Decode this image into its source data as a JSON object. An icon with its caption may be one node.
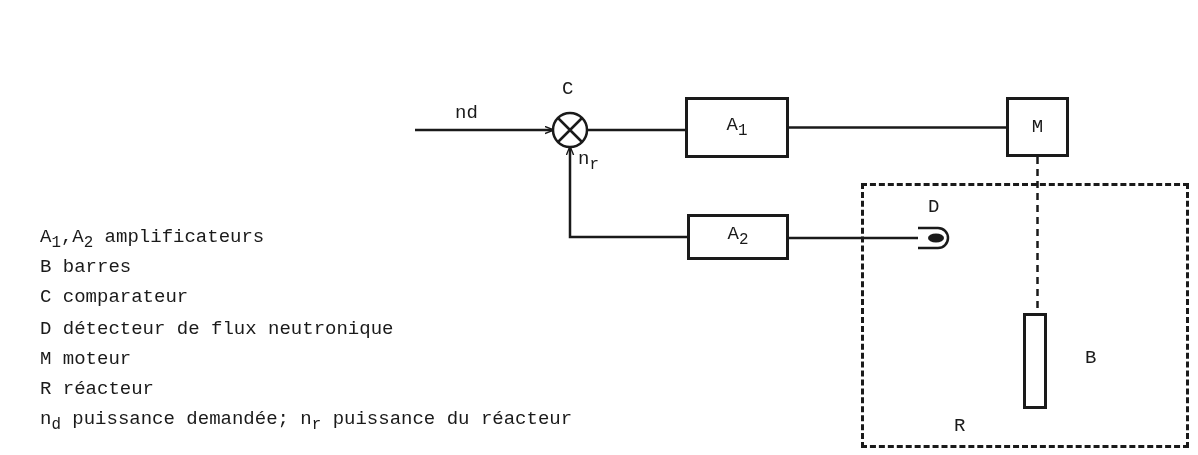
{
  "diagram": {
    "nodes": [
      {
        "text": [
          "C"
        ]
      },
      {
        "text": [
          "A$_{1}$"
        ]
      },
      {
        "text": [
          "M"
        ]
      },
      {
        "text": [
          "A$_{2}$"
        ]
      },
      {
        "text": [
          "R"
        ]
      },
      {
        "text": [
          "D"
        ],
        "in": 4
      },
      {
        "text": [
          "B"
        ],
        "in": 4
      }
    ],
    "edges": [
      {
        "from": null,
        "to": 0,
        "arrow": "to",
        "label": "nd"
      },
      {
        "from": 0,
        "to": 1,
        "arrow": "none"
      },
      {
        "from": 1,
        "to": 2,
        "arrow": "none"
      },
      {
        "from": 2,
        "to": 6,
        "arrow": "none",
        "style": "dashed"
      },
      {
        "from": 5,
        "to": 3,
        "arrow": "none"
      },
      {
        "from": 3,
        "to": 0,
        "arrow": "to",
        "label": "n$_{r}$"
      }
    ],
    "labels": [
      "A$_{1}$,A$_{2}$ amplificateurs",
      "B barres",
      "C comparateur",
      "D détecteur de flux neutronique",
      "M moteur",
      "R réacteur",
      "n$_{d}$ puissance demandée; n$_{r}$ puissance du réacteur"
    ]
  }
}
